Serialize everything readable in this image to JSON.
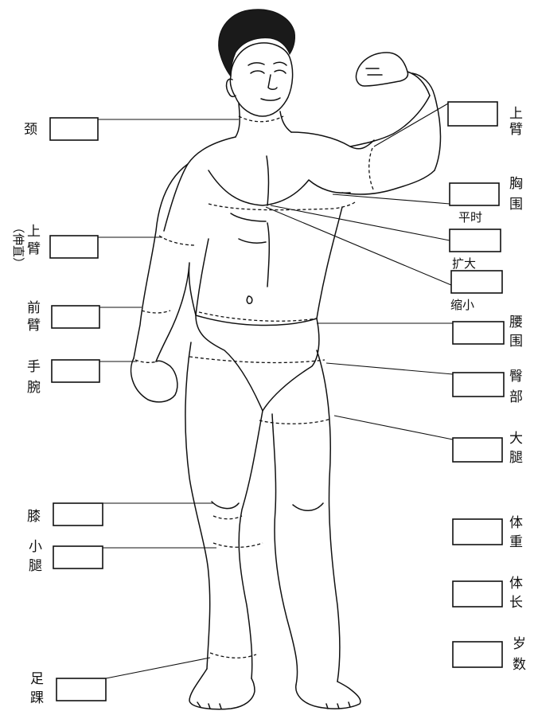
{
  "labels": {
    "neck": "颈",
    "upper_arm_straight_1": "上",
    "upper_arm_straight_2": "臂",
    "upper_arm_straight_note": "（伸直）",
    "forearm_1": "前",
    "forearm_2": "臂",
    "wrist_1": "手",
    "wrist_2": "腕",
    "knee": "膝",
    "calf_1": "小",
    "calf_2": "腿",
    "ankle_1": "足",
    "ankle_2": "踝",
    "upper_arm_flexed_1": "上",
    "upper_arm_flexed_2": "臂",
    "chest_1": "胸",
    "chest_2": "围",
    "chest_normal": "平时",
    "chest_expanded": "扩大",
    "chest_contracted": "缩小",
    "waist_1": "腰",
    "waist_2": "围",
    "hips_1": "臀",
    "hips_2": "部",
    "thigh_1": "大",
    "thigh_2": "腿",
    "weight_1": "体",
    "weight_2": "重",
    "height_1": "体",
    "height_2": "长",
    "age_1": "岁",
    "age_2": "数"
  }
}
